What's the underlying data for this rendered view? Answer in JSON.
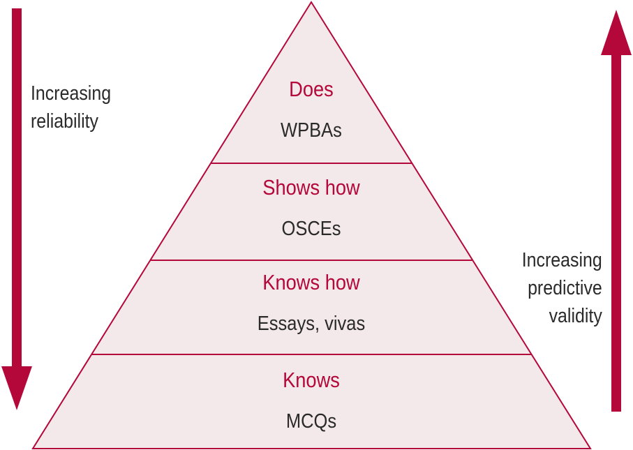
{
  "colors": {
    "accent": "#b4083a",
    "pyramid_fill": "#f4e9ea",
    "pyramid_stroke": "#b4083a",
    "secondary_text": "#2a2a2a"
  },
  "pyramid": {
    "levels": [
      {
        "title": "Does",
        "subtitle": "WPBAs"
      },
      {
        "title": "Shows how",
        "subtitle": "OSCEs"
      },
      {
        "title": "Knows how",
        "subtitle": "Essays, vivas"
      },
      {
        "title": "Knows",
        "subtitle": "MCQs"
      }
    ]
  },
  "left_arrow": {
    "direction": "down",
    "label_lines": [
      "Increasing",
      "reliability"
    ]
  },
  "right_arrow": {
    "direction": "up",
    "label_lines": [
      "Increasing",
      "predictive",
      "validity"
    ]
  }
}
